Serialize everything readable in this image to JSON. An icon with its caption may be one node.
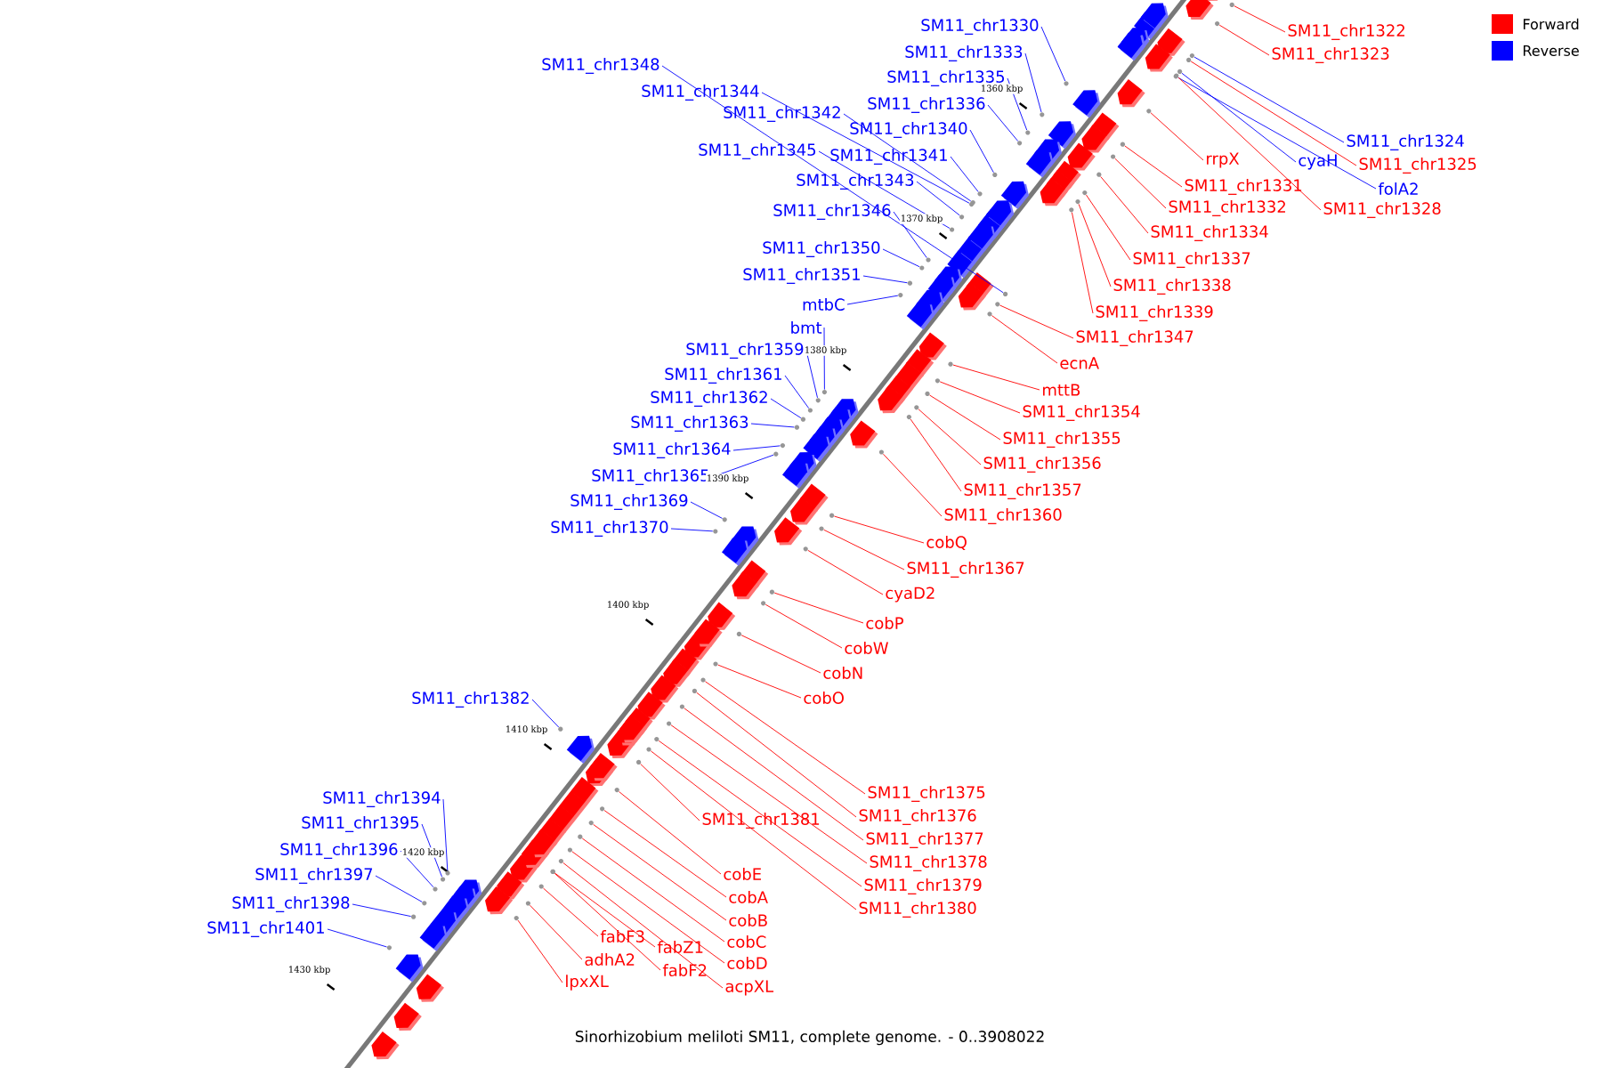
{
  "diagram": {
    "caption": "Sinorhizobium meliloti SM11, complete genome. - 0..3908022",
    "nodes": [
      {
        "text": [
          "SM11_chr1322"
        ]
      },
      {
        "text": [
          "SM11_chr1323"
        ]
      },
      {
        "text": [
          "SM11_chr1330"
        ]
      },
      {
        "text": [
          "SM11_chr1333"
        ]
      },
      {
        "text": [
          "SM11_chr1348"
        ]
      },
      {
        "text": [
          "SM11_chr1335"
        ]
      },
      {
        "text": [
          "SM11_chr1344"
        ]
      },
      {
        "text": [
          "SM11_chr1336"
        ]
      },
      {
        "text": [
          "SM11_chr1342"
        ]
      },
      {
        "text": [
          "SM11_chr1340"
        ]
      },
      {
        "text": [
          "SM11_chr1324"
        ]
      },
      {
        "text": [
          "SM11_chr1345"
        ]
      },
      {
        "text": [
          "SM11_chr1341"
        ]
      },
      {
        "text": [
          "rrpX"
        ]
      },
      {
        "text": [
          "cyaH"
        ]
      },
      {
        "text": [
          "SM11_chr1325"
        ]
      },
      {
        "text": [
          "SM11_chr1343"
        ]
      },
      {
        "text": [
          "SM11_chr1331"
        ]
      },
      {
        "text": [
          "folA2"
        ]
      },
      {
        "text": [
          "SM11_chr1332"
        ]
      },
      {
        "text": [
          "SM11_chr1328"
        ]
      },
      {
        "text": [
          "SM11_chr1346"
        ]
      },
      {
        "text": [
          "SM11_chr1334"
        ]
      },
      {
        "text": [
          "SM11_chr1350"
        ]
      },
      {
        "text": [
          "SM11_chr1337"
        ]
      },
      {
        "text": [
          "SM11_chr1351"
        ]
      },
      {
        "text": [
          "SM11_chr1338"
        ]
      },
      {
        "text": [
          "mtbC"
        ]
      },
      {
        "text": [
          "SM11_chr1339"
        ]
      },
      {
        "text": [
          "bmt"
        ]
      },
      {
        "text": [
          "SM11_chr1347"
        ]
      },
      {
        "text": [
          "SM11_chr1359"
        ]
      },
      {
        "text": [
          "ecnA"
        ]
      },
      {
        "text": [
          "SM11_chr1361"
        ]
      },
      {
        "text": [
          "mttB"
        ]
      },
      {
        "text": [
          "SM11_chr1362"
        ]
      },
      {
        "text": [
          "SM11_chr1354"
        ]
      },
      {
        "text": [
          "SM11_chr1363"
        ]
      },
      {
        "text": [
          "SM11_chr1355"
        ]
      },
      {
        "text": [
          "SM11_chr1364"
        ]
      },
      {
        "text": [
          "SM11_chr1356"
        ]
      },
      {
        "text": [
          "SM11_chr1365"
        ]
      },
      {
        "text": [
          "SM11_chr1357"
        ]
      },
      {
        "text": [
          "SM11_chr1369"
        ]
      },
      {
        "text": [
          "SM11_chr1360"
        ]
      },
      {
        "text": [
          "SM11_chr1370"
        ]
      },
      {
        "text": [
          "cobQ"
        ]
      },
      {
        "text": [
          "SM11_chr1367"
        ]
      },
      {
        "text": [
          "cyaD2"
        ]
      },
      {
        "text": [
          "cobP"
        ]
      },
      {
        "text": [
          "cobW"
        ]
      },
      {
        "text": [
          "cobN"
        ]
      },
      {
        "text": [
          "cobO"
        ]
      },
      {
        "text": [
          "SM11_chr1382"
        ]
      },
      {
        "text": [
          "SM11_chr1375"
        ]
      },
      {
        "text": [
          "SM11_chr1394"
        ]
      },
      {
        "text": [
          "SM11_chr1381"
        ]
      },
      {
        "text": [
          "SM11_chr1376"
        ]
      },
      {
        "text": [
          "SM11_chr1395"
        ]
      },
      {
        "text": [
          "SM11_chr1377"
        ]
      },
      {
        "text": [
          "SM11_chr1396"
        ]
      },
      {
        "text": [
          "SM11_chr1378"
        ]
      },
      {
        "text": [
          "cobE"
        ]
      },
      {
        "text": [
          "SM11_chr1397"
        ]
      },
      {
        "text": [
          "SM11_chr1379"
        ]
      },
      {
        "text": [
          "cobA"
        ]
      },
      {
        "text": [
          "SM11_chr1398"
        ]
      },
      {
        "text": [
          "SM11_chr1380"
        ]
      },
      {
        "text": [
          "cobB"
        ]
      },
      {
        "text": [
          "SM11_chr1401"
        ]
      },
      {
        "text": [
          "fabF3"
        ]
      },
      {
        "text": [
          "cobC"
        ]
      },
      {
        "text": [
          "fabZ1"
        ]
      },
      {
        "text": [
          "adhA2"
        ]
      },
      {
        "text": [
          "cobD"
        ]
      },
      {
        "text": [
          "fabF2"
        ]
      },
      {
        "text": [
          "lpxXL"
        ]
      },
      {
        "text": [
          "acpXL"
        ]
      },
      {
        "text": [],
        "shape": "dot"
      },
      {
        "text": [],
        "shape": "dot"
      },
      {
        "text": [],
        "shape": "dot"
      },
      {
        "text": [],
        "shape": "dot"
      },
      {
        "text": [],
        "shape": "dot"
      },
      {
        "text": [],
        "shape": "dot"
      },
      {
        "text": [],
        "shape": "dot"
      },
      {
        "text": [],
        "shape": "dot"
      },
      {
        "text": [],
        "shape": "dot"
      },
      {
        "text": [],
        "shape": "dot"
      },
      {
        "text": [],
        "shape": "dot"
      },
      {
        "text": [],
        "shape": "dot"
      },
      {
        "text": [],
        "shape": "dot"
      },
      {
        "text": [],
        "shape": "dot"
      },
      {
        "text": [],
        "shape": "dot"
      },
      {
        "text": [],
        "shape": "dot"
      },
      {
        "text": [],
        "shape": "dot"
      },
      {
        "text": [],
        "shape": "dot"
      },
      {
        "text": [],
        "shape": "dot"
      },
      {
        "text": [],
        "shape": "dot"
      },
      {
        "text": [],
        "shape": "dot"
      },
      {
        "text": [],
        "shape": "dot"
      },
      {
        "text": [],
        "shape": "dot"
      },
      {
        "text": [],
        "shape": "dot"
      },
      {
        "text": [],
        "shape": "dot"
      },
      {
        "text": [],
        "shape": "dot"
      },
      {
        "text": [],
        "shape": "dot"
      },
      {
        "text": [],
        "shape": "dot"
      },
      {
        "text": [],
        "shape": "dot"
      },
      {
        "text": [],
        "shape": "dot"
      },
      {
        "text": [],
        "shape": "dot"
      },
      {
        "text": [],
        "shape": "dot"
      },
      {
        "text": [],
        "shape": "dot"
      },
      {
        "text": [],
        "shape": "dot"
      },
      {
        "text": [],
        "shape": "dot"
      },
      {
        "text": [],
        "shape": "dot"
      },
      {
        "text": [],
        "shape": "dot"
      },
      {
        "text": [],
        "shape": "dot"
      },
      {
        "text": [],
        "shape": "dot"
      },
      {
        "text": [],
        "shape": "dot"
      },
      {
        "text": [],
        "shape": "dot"
      },
      {
        "text": [],
        "shape": "dot"
      },
      {
        "text": [],
        "shape": "dot"
      },
      {
        "text": [],
        "shape": "dot"
      },
      {
        "text": [],
        "shape": "dot"
      },
      {
        "text": [],
        "shape": "dot"
      },
      {
        "text": [],
        "shape": "dot"
      },
      {
        "text": [],
        "shape": "dot"
      },
      {
        "text": [],
        "shape": "dot"
      },
      {
        "text": [],
        "shape": "dot"
      },
      {
        "text": [],
        "shape": "dot"
      },
      {
        "text": [],
        "shape": "dot"
      },
      {
        "text": [],
        "shape": "dot"
      },
      {
        "text": [],
        "shape": "dot"
      },
      {
        "text": [],
        "shape": "dot"
      },
      {
        "text": [],
        "shape": "dot"
      },
      {
        "text": [],
        "shape": "dot"
      },
      {
        "text": [],
        "shape": "dot"
      },
      {
        "text": [],
        "shape": "dot"
      },
      {
        "text": [],
        "shape": "dot"
      },
      {
        "text": [],
        "shape": "dot"
      },
      {
        "text": [],
        "shape": "dot"
      },
      {
        "text": [],
        "shape": "dot"
      },
      {
        "text": [],
        "shape": "dot"
      },
      {
        "text": [],
        "shape": "dot"
      },
      {
        "text": [],
        "shape": "dot"
      },
      {
        "text": [],
        "shape": "dot"
      },
      {
        "text": [],
        "shape": "dot"
      },
      {
        "text": [],
        "shape": "dot"
      },
      {
        "text": [],
        "shape": "dot"
      },
      {
        "text": [],
        "shape": "dot"
      },
      {
        "text": [],
        "shape": "dot"
      },
      {
        "text": [],
        "shape": "dot"
      },
      {
        "text": [],
        "shape": "dot"
      },
      {
        "text": [],
        "shape": "dot"
      },
      {
        "text": [],
        "shape": "dot"
      },
      {
        "text": [],
        "shape": "dot"
      },
      {
        "text": [],
        "shape": "dot"
      }
    ],
    "edges": [
      {
        "from": 0,
        "to": 78,
        "arrow": "none"
      },
      {
        "from": 1,
        "to": 79,
        "arrow": "none"
      },
      {
        "from": 2,
        "to": 80,
        "arrow": "none",
        "color": "#0000ff"
      },
      {
        "from": 3,
        "to": 81,
        "arrow": "none",
        "color": "#0000ff"
      },
      {
        "from": 4,
        "to": 82,
        "arrow": "none",
        "color": "#0000ff"
      },
      {
        "from": 5,
        "to": 83,
        "arrow": "none",
        "color": "#0000ff"
      },
      {
        "from": 6,
        "to": 84,
        "arrow": "none",
        "color": "#0000ff"
      },
      {
        "from": 7,
        "to": 85,
        "arrow": "none",
        "color": "#0000ff"
      },
      {
        "from": 8,
        "to": 86,
        "arrow": "none",
        "color": "#0000ff"
      },
      {
        "from": 9,
        "to": 87,
        "arrow": "none",
        "color": "#0000ff"
      },
      {
        "from": 10,
        "to": 88,
        "arrow": "none",
        "color": "#0000ff"
      },
      {
        "from": 11,
        "to": 89,
        "arrow": "none",
        "color": "#0000ff"
      },
      {
        "from": 12,
        "to": 90,
        "arrow": "none",
        "color": "#0000ff"
      },
      {
        "from": 13,
        "to": 91,
        "arrow": "none"
      },
      {
        "from": 14,
        "to": 92,
        "arrow": "none",
        "color": "#0000ff"
      },
      {
        "from": 15,
        "to": 93,
        "arrow": "none"
      },
      {
        "from": 16,
        "to": 94,
        "arrow": "none",
        "color": "#0000ff"
      },
      {
        "from": 17,
        "to": 95,
        "arrow": "none"
      },
      {
        "from": 18,
        "to": 96,
        "arrow": "none",
        "color": "#0000ff"
      },
      {
        "from": 19,
        "to": 97,
        "arrow": "none"
      },
      {
        "from": 20,
        "to": 98,
        "arrow": "none"
      },
      {
        "from": 21,
        "to": 99,
        "arrow": "none",
        "color": "#0000ff"
      },
      {
        "from": 22,
        "to": 100,
        "arrow": "none"
      },
      {
        "from": 23,
        "to": 101,
        "arrow": "none",
        "color": "#0000ff"
      },
      {
        "from": 24,
        "to": 102,
        "arrow": "none"
      },
      {
        "from": 25,
        "to": 103,
        "arrow": "none",
        "color": "#0000ff"
      },
      {
        "from": 26,
        "to": 104,
        "arrow": "none"
      },
      {
        "from": 27,
        "to": 105,
        "arrow": "none",
        "color": "#0000ff"
      },
      {
        "from": 28,
        "to": 106,
        "arrow": "none"
      },
      {
        "from": 29,
        "to": 107,
        "arrow": "none",
        "color": "#0000ff"
      },
      {
        "from": 30,
        "to": 108,
        "arrow": "none"
      },
      {
        "from": 31,
        "to": 109,
        "arrow": "none",
        "color": "#0000ff"
      },
      {
        "from": 32,
        "to": 110,
        "arrow": "none"
      },
      {
        "from": 33,
        "to": 111,
        "arrow": "none",
        "color": "#0000ff"
      },
      {
        "from": 34,
        "to": 112,
        "arrow": "none"
      },
      {
        "from": 35,
        "to": 113,
        "arrow": "none",
        "color": "#0000ff"
      },
      {
        "from": 36,
        "to": 114,
        "arrow": "none"
      },
      {
        "from": 37,
        "to": 115,
        "arrow": "none",
        "color": "#0000ff"
      },
      {
        "from": 38,
        "to": 116,
        "arrow": "none"
      },
      {
        "from": 39,
        "to": 117,
        "arrow": "none",
        "color": "#0000ff"
      },
      {
        "from": 40,
        "to": 118,
        "arrow": "none"
      },
      {
        "from": 41,
        "to": 119,
        "arrow": "none",
        "color": "#0000ff"
      },
      {
        "from": 42,
        "to": 120,
        "arrow": "none"
      },
      {
        "from": 43,
        "to": 121,
        "arrow": "none",
        "color": "#0000ff"
      },
      {
        "from": 44,
        "to": 122,
        "arrow": "none"
      },
      {
        "from": 45,
        "to": 123,
        "arrow": "none",
        "color": "#0000ff"
      },
      {
        "from": 46,
        "to": 124,
        "arrow": "none"
      },
      {
        "from": 47,
        "to": 125,
        "arrow": "none"
      },
      {
        "from": 48,
        "to": 126,
        "arrow": "none"
      },
      {
        "from": 49,
        "to": 127,
        "arrow": "none"
      },
      {
        "from": 50,
        "to": 128,
        "arrow": "none"
      },
      {
        "from": 51,
        "to": 129,
        "arrow": "none"
      },
      {
        "from": 52,
        "to": 130,
        "arrow": "none"
      },
      {
        "from": 53,
        "to": 131,
        "arrow": "none",
        "color": "#0000ff"
      },
      {
        "from": 54,
        "to": 132,
        "arrow": "none"
      },
      {
        "from": 55,
        "to": 133,
        "arrow": "none",
        "color": "#0000ff"
      },
      {
        "from": 56,
        "to": 134,
        "arrow": "none"
      },
      {
        "from": 57,
        "to": 135,
        "arrow": "none"
      },
      {
        "from": 58,
        "to": 136,
        "arrow": "none",
        "color": "#0000ff"
      },
      {
        "from": 59,
        "to": 137,
        "arrow": "none"
      },
      {
        "from": 60,
        "to": 138,
        "arrow": "none",
        "color": "#0000ff"
      },
      {
        "from": 61,
        "to": 139,
        "arrow": "none"
      },
      {
        "from": 62,
        "to": 140,
        "arrow": "none"
      },
      {
        "from": 63,
        "to": 141,
        "arrow": "none",
        "color": "#0000ff"
      },
      {
        "from": 64,
        "to": 142,
        "arrow": "none"
      },
      {
        "from": 65,
        "to": 143,
        "arrow": "none"
      },
      {
        "from": 66,
        "to": 144,
        "arrow": "none",
        "color": "#0000ff"
      },
      {
        "from": 67,
        "to": 145,
        "arrow": "none"
      },
      {
        "from": 68,
        "to": 146,
        "arrow": "none"
      },
      {
        "from": 69,
        "to": 147,
        "arrow": "none",
        "color": "#0000ff"
      },
      {
        "from": 70,
        "to": 148,
        "arrow": "none"
      },
      {
        "from": 71,
        "to": 149,
        "arrow": "none"
      },
      {
        "from": 72,
        "to": 150,
        "arrow": "none"
      },
      {
        "from": 73,
        "to": 151,
        "arrow": "none"
      },
      {
        "from": 74,
        "to": 152,
        "arrow": "none"
      },
      {
        "from": 75,
        "to": 153,
        "arrow": "none"
      },
      {
        "from": 76,
        "to": 154,
        "arrow": "none"
      },
      {
        "from": 77,
        "to": 155,
        "arrow": "none"
      }
    ],
    "labels": [
      "1360 kbp",
      "1370 kbp",
      "1380 kbp",
      "1390 kbp",
      "1400 kbp",
      "1410 kbp",
      "1420 kbp",
      "1430 kbp"
    ],
    "legend": [
      {
        "text": "Forward",
        "color": "#ff0000"
      },
      {
        "text": "Reverse",
        "color": "#0000ff"
      }
    ]
  }
}
